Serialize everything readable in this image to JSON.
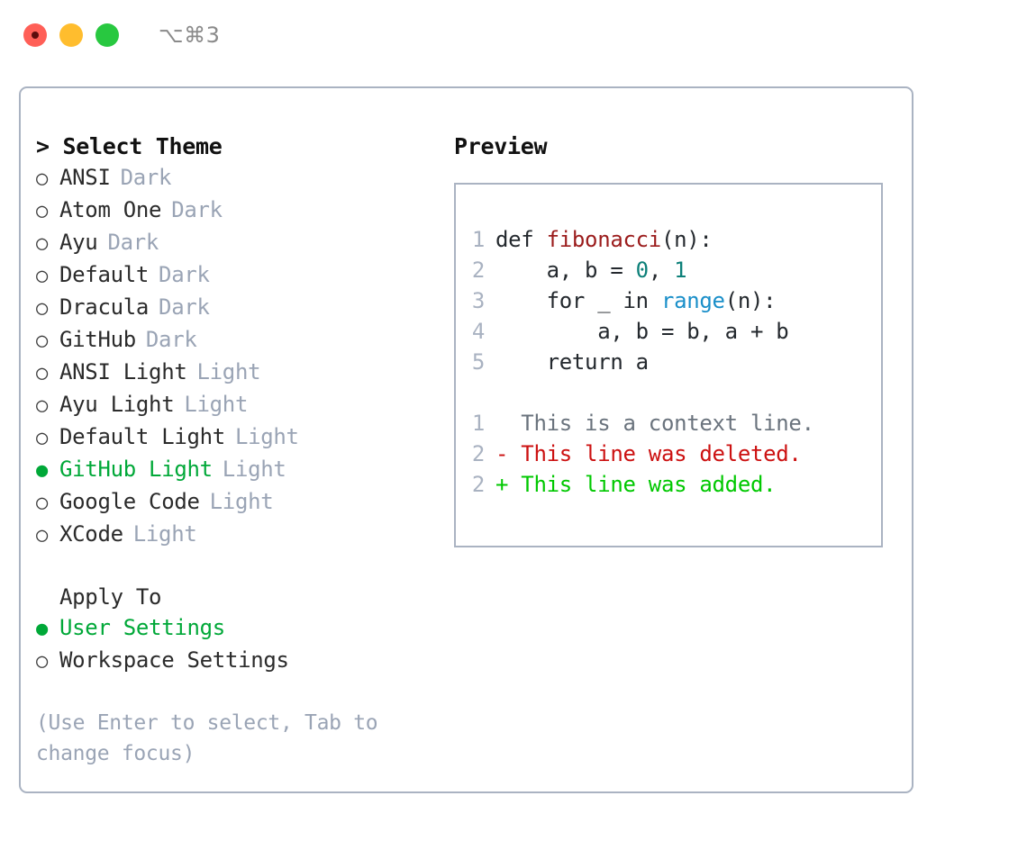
{
  "window": {
    "title": "⌥⌘3",
    "traffic_lights": [
      {
        "name": "close",
        "color": "#ff5f57"
      },
      {
        "name": "minimize",
        "color": "#ffbd2e"
      },
      {
        "name": "maximize",
        "color": "#28c840"
      }
    ]
  },
  "colors": {
    "accent_green": "#00a838",
    "badge_gray": "#9aa4b5",
    "border": "#aab3c2",
    "text": "#2b2b2b",
    "lineno": "#a9b2c1",
    "syntax_function": "#9b1c1c",
    "syntax_number": "#0d8079",
    "syntax_builtin": "#1a8fc9",
    "diff_context": "#6a737d",
    "diff_deleted": "#cc1111",
    "diff_added": "#00c800"
  },
  "theme_picker": {
    "header": "> Select Theme",
    "marker_selected": "●",
    "marker_unselected": "○",
    "items": [
      {
        "label": "ANSI",
        "badge": "Dark",
        "selected": false
      },
      {
        "label": "Atom One",
        "badge": "Dark",
        "selected": false
      },
      {
        "label": "Ayu",
        "badge": "Dark",
        "selected": false
      },
      {
        "label": "Default",
        "badge": "Dark",
        "selected": false
      },
      {
        "label": "Dracula",
        "badge": "Dark",
        "selected": false
      },
      {
        "label": "GitHub",
        "badge": "Dark",
        "selected": false
      },
      {
        "label": "ANSI Light",
        "badge": "Light",
        "selected": false
      },
      {
        "label": "Ayu Light",
        "badge": "Light",
        "selected": false
      },
      {
        "label": "Default Light",
        "badge": "Light",
        "selected": false
      },
      {
        "label": "GitHub Light",
        "badge": "Light",
        "selected": true
      },
      {
        "label": "Google Code",
        "badge": "Light",
        "selected": false
      },
      {
        "label": "XCode",
        "badge": "Light",
        "selected": false
      }
    ]
  },
  "apply_to": {
    "title": "Apply To",
    "items": [
      {
        "label": "User Settings",
        "selected": true
      },
      {
        "label": "Workspace Settings",
        "selected": false
      }
    ]
  },
  "hint": "(Use Enter to select, Tab to change focus)",
  "preview": {
    "title": "Preview",
    "code_lines": [
      {
        "no": "1",
        "segments": [
          {
            "t": "def ",
            "k": "plain"
          },
          {
            "t": "fibonacci",
            "k": "fn"
          },
          {
            "t": "(n):",
            "k": "plain"
          }
        ]
      },
      {
        "no": "2",
        "segments": [
          {
            "t": "    a, b = ",
            "k": "plain"
          },
          {
            "t": "0",
            "k": "num"
          },
          {
            "t": ", ",
            "k": "plain"
          },
          {
            "t": "1",
            "k": "num"
          }
        ]
      },
      {
        "no": "3",
        "segments": [
          {
            "t": "    for _ in ",
            "k": "plain"
          },
          {
            "t": "range",
            "k": "bi"
          },
          {
            "t": "(n):",
            "k": "plain"
          }
        ]
      },
      {
        "no": "4",
        "segments": [
          {
            "t": "        a, b = b, a + b",
            "k": "plain"
          }
        ]
      },
      {
        "no": "5",
        "segments": [
          {
            "t": "    return a",
            "k": "plain"
          }
        ]
      }
    ],
    "diff_lines": [
      {
        "no": "1",
        "text": "  This is a context line.",
        "kind": "context"
      },
      {
        "no": "2",
        "text": "- This line was deleted.",
        "kind": "deleted"
      },
      {
        "no": "2",
        "text": "+ This line was added.",
        "kind": "added"
      }
    ]
  }
}
